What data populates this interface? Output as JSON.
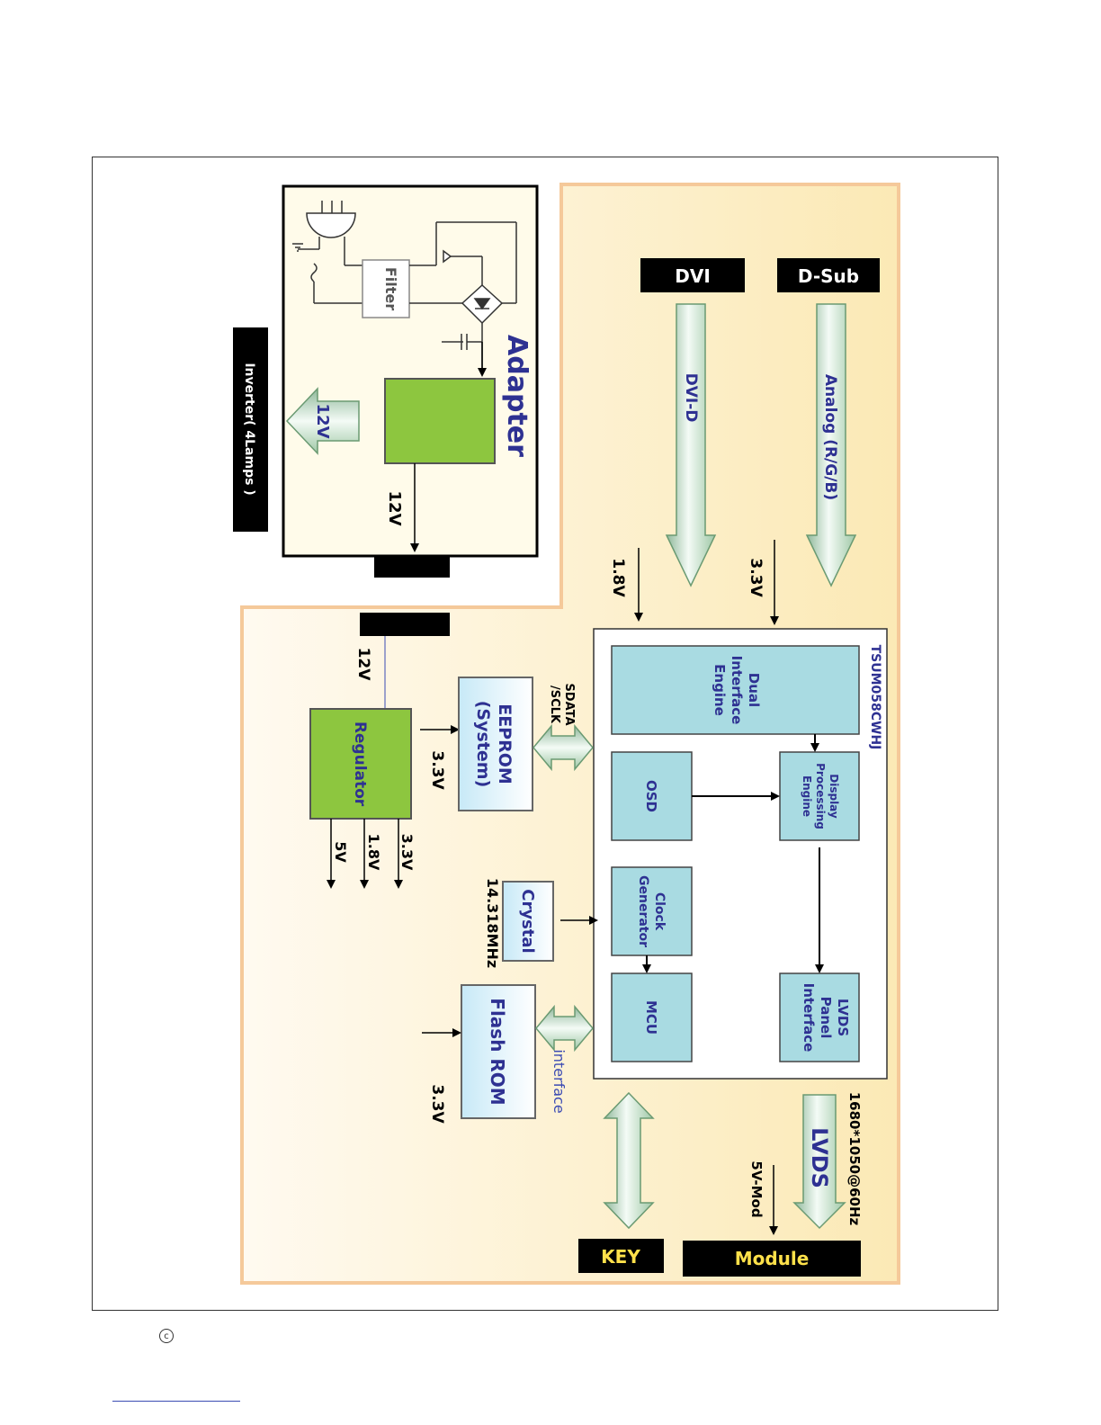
{
  "labels": {
    "dvi": "DVI",
    "dsub": "D-Sub",
    "dvi_d": "DVI-D",
    "analog": "Analog (R/G/B)",
    "v18_top": "1.8V",
    "v33_top": "3.3V",
    "adapter": "Adapter",
    "filter": "Filter",
    "v12_arrow": "12V",
    "v12_out": "12V",
    "inverter": "Inverter( 4Lamps )",
    "v12_reg": "12V",
    "chip": "TSUM058CWHJ",
    "dual_1": "Dual",
    "dual_2": "Interface",
    "dual_3": "Engine",
    "osd": "OSD",
    "dpe_1": "Display",
    "dpe_2": "Processing",
    "dpe_3": "Engine",
    "clock_1": "Clock",
    "clock_2": "Generator",
    "mcu": "MCU",
    "lvds_1": "LVDS",
    "lvds_2": "Panel",
    "lvds_3": "Interface",
    "regulator": "Regulator",
    "eeprom_1": "EEPROM",
    "eeprom_2": "(System)",
    "sdata_1": "SDATA",
    "sdata_2": "/SCLK",
    "v33_eeprom": "3.3V",
    "out_33": "3.3V",
    "out_18": "1.8V",
    "out_5": "5V",
    "crystal": "Crystal",
    "crystal_freq": "14.318MHz",
    "flash": "Flash ROM",
    "interface": "interface",
    "v33_flash": "3.3V",
    "lvds_big": "LVDS",
    "resolution": "1680*1050@60Hz",
    "v5mod": "5V-Mod",
    "key": "KEY",
    "module": "Module"
  },
  "footer": {
    "copyright_symbol": "c"
  },
  "colors": {
    "panel_fill": "#fdf3d4",
    "panel_border": "#f5c99a",
    "green_block": "#8dc63f",
    "ic_block": "#a9dbe2",
    "label_blue": "#2e3192",
    "black_box": "#000000",
    "key_text": "#ffe14a"
  }
}
